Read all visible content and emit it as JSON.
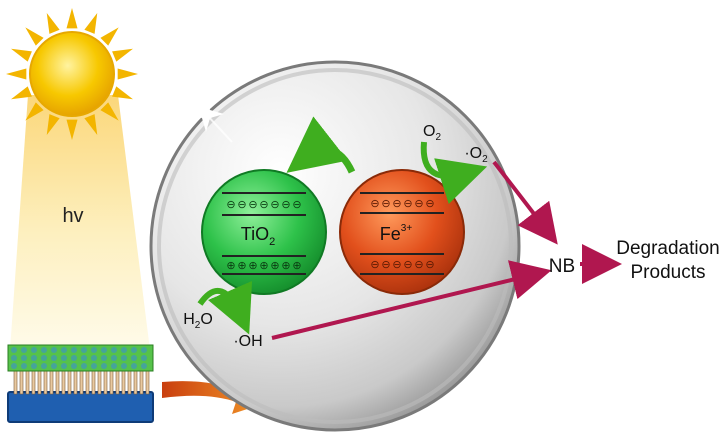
{
  "labels": {
    "light": "hv",
    "semiconductor": "TiO",
    "semiconductor_sub": "2",
    "dopant": "Fe",
    "dopant_sup": "3+",
    "oxygen": "O",
    "oxygen_sub": "2",
    "superoxide": "·O",
    "superoxide_sub": "2",
    "water": "H",
    "water_sub": "2",
    "water_tail": "O",
    "hydroxyl": "·OH",
    "pollutant": "NB",
    "products_line1": "Degradation",
    "products_line2": "Products"
  },
  "band_symbols": {
    "electron": "⊖",
    "hole": "⊕"
  },
  "colors": {
    "sun": "#f6c400",
    "sun_rays": "#f3b500",
    "beam": "#fde9a8",
    "tio2": "#2fc24a",
    "fe": "#e04e1c",
    "green_arrow": "#3fae1f",
    "magenta_arrow": "#b0174f",
    "orange_arrow": "#e8751d",
    "sphere": "#d9d9d9",
    "substrate": "#1f5fb0"
  },
  "icons": [
    "sun-icon",
    "light-beam",
    "nanotube-array-icon",
    "reactor-sphere"
  ]
}
